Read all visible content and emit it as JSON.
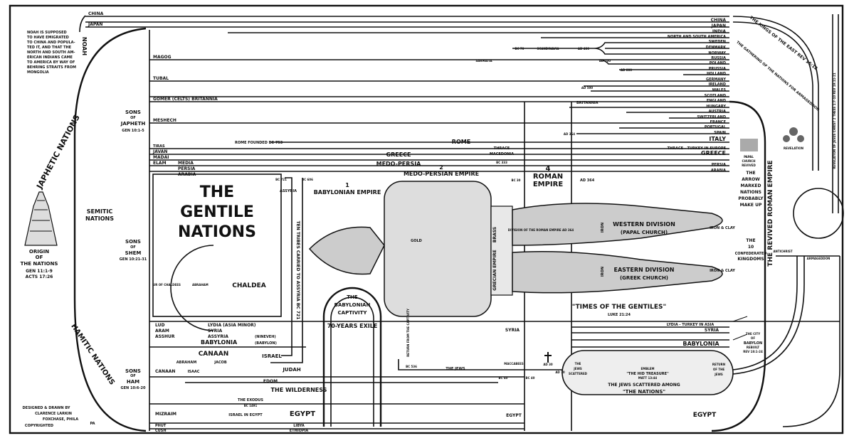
{
  "title": {
    "line1": "THE",
    "line2": "GENTILE",
    "line3": "NATIONS"
  },
  "noah": {
    "name": "NOAH",
    "note": [
      "NOAH IS SUPPOSED",
      "TO HAVE EMIGRATED",
      "TO CHINA AND POPULA-",
      "TED IT, AND THAT THE",
      "NORTH AND SOUTH AM-",
      "ERICAN INDIANS CAME",
      "TO AMERICA BY WAY OF",
      "BEHRING STRAITS FROM",
      "MONGOLIA"
    ]
  },
  "origin": {
    "l1": "ORIGIN",
    "l2": "OF",
    "l3": "THE NATIONS",
    "ref1": "GEN 11:1-9",
    "ref2": "ACTS 17:26"
  },
  "branches": {
    "japhetic": "JAPHETIC NATIONS",
    "semitic1": "SEMITIC",
    "semitic2": "NATIONS",
    "hamitic": "HAMITIC NATIONS"
  },
  "sons": {
    "japheth": [
      "SONS",
      "OF",
      "JAPHETH",
      "GEN 10:1-5"
    ],
    "shem": [
      "SONS",
      "OF",
      "SHEM",
      "GEN 10:21-31"
    ],
    "ham": [
      "SONS",
      "OF",
      "HAM",
      "GEN 10:6-20"
    ]
  },
  "left_nations": {
    "china": "CHINA",
    "japan": "JAPAN",
    "magog": "MAGOG",
    "tubal": "TUBAL",
    "gomer": "GOMER (CELTS) BRITANNIA",
    "meshech": "MESHECH",
    "tiras": "TIRAS",
    "javan": "JAVAN",
    "madai": "MADAI",
    "elam": "ELAM",
    "media": "MEDIA",
    "persia": "PERSIA",
    "arabia": "ARABIA",
    "lud": "LUD",
    "aram": "ARAM",
    "asshur": "ASSHUR",
    "lydia": "LYDIA (ASIA MINOR)",
    "syria": "SYRIA",
    "assyria": "ASSYRIA",
    "nineveh": "(NINEVEH)",
    "babylonia": "BABYLONIA",
    "babylon": "(BABYLON)",
    "canaan_land": "CANAAN",
    "canaan": "CANAAN",
    "israel": "ISRAEL",
    "judah": "JUDAH",
    "edom": "EDOM",
    "wilderness": "THE WILDERNESS",
    "exodus": "THE EXODUS",
    "exodus_date": "BC 1491",
    "israel_egypt": "ISRAEL IN EGYPT",
    "egypt": "EGYPT",
    "mizraim": "MIZRAIM",
    "phut": "PHUT",
    "cush": "CUSH",
    "libya": "LIBYA",
    "ethiopia": "ETHIOPIA",
    "chaldea": "CHALDEA",
    "ur": "UR OF CHALDEES",
    "abraham": "ABRAHAM",
    "abraham2": "ABRAHAM",
    "isaac": "ISAAC",
    "jacob": "JACOB",
    "assyria_v": "ASSYRIA",
    "ten_tribes": "TEN TRIBES CARRIED TO ASSYRIA BC 721",
    "bc721": "BC 721",
    "bc606": "BC 606",
    "bc536": "BC 536"
  },
  "empires": {
    "rome_founded": "ROME FOUNDED BC 753",
    "rome": "ROME",
    "greece": "GREECE",
    "medo_persia": "MEDO-PERSIA",
    "thrace": "THRACE",
    "macedonia": "MACEDONIA",
    "bc333": "BC 333",
    "bc30": "BC 30",
    "babylon_num": "1",
    "babylon": "BABYLONIAN EMPIRE",
    "medo_num": "2",
    "medo": "MEDO-PERSIAN EMPIRE",
    "roman_num": "4",
    "roman1": "ROMAN",
    "roman2": "EMPIRE",
    "grecian": "GRECIAN EMPIRE",
    "brass": "BRASS",
    "ad364": "AD 364",
    "division": "DIVISION OF THE ROMAN EMPIRE AD 364",
    "gold": "GOLD",
    "iron": "IRON",
    "iron_clay": "IRON & CLAY"
  },
  "statue": {
    "western1": "WESTERN DIVISION",
    "western2": "(PAPAL CHURCH)",
    "eastern1": "EASTERN DIVISION",
    "eastern2": "(GREEK CHURCH)",
    "times": "\"TIMES OF THE GENTILES\"",
    "luke": "LUKE 21:24"
  },
  "captivity": {
    "l1": "THE",
    "l2": "BABYLONIAN",
    "l3": "CAPTIVITY",
    "exile": "70-YEARS EXILE",
    "return": "RETURN FROM THE CAPTIVITY",
    "jews": "THE JEWS",
    "maccabees": "MACCABEES",
    "bc40": "BC 40",
    "bc40b": "BC 40",
    "ad30": "AD 30",
    "ad70": "AD 70"
  },
  "right_nations": [
    "CHINA",
    "JAPAN",
    "INDIA",
    "NORTH AND SOUTH AMERICA",
    "SWEDEN",
    "DENMARK",
    "NORWAY",
    "RUSSIA",
    "POLAND",
    "PRUSSIA",
    "HOLLAND",
    "GERMANY",
    "IRELAND",
    "WALES",
    "SCOTLAND",
    "ENGLAND",
    "HUNGARY",
    "AUSTRIA",
    "SWITZERLAND",
    "FRANCE",
    "PORTUGAL",
    "SPAIN",
    "ITALY",
    "THRACE - TURKEY IN EUROPE",
    "GREECE",
    "PERSIA",
    "ARABIA"
  ],
  "right_misc": {
    "scandinavia": "SCANDINAVIA",
    "sarmatia": "SARMATIA",
    "britannia": "BRITANNIA",
    "bc70": "BC 70",
    "ad400": "AD 400",
    "ad700": "AD 700",
    "ad800": "AD 800",
    "ad500": "AD 500",
    "ad364": "AD 364",
    "lydia_turkey": "LYDIA - TURKEY IN ASIA",
    "syria": "SYRIA",
    "babylonia": "BABYLONIA",
    "egypt": "EGYPT",
    "egypt2": "EGYPT",
    "syria2": "SYRIA",
    "babylon_city": [
      "THE CITY",
      "OF",
      "BABYLON",
      "REBUILT",
      "REV 18:1-24"
    ],
    "jews_scattered": [
      "THE",
      "JEWS",
      "SCATTERED"
    ],
    "emblem": [
      "EMBLEM",
      "\"THE HID TREASURE\"",
      "MATT 13:44"
    ],
    "scattered_among": "THE JEWS SCATTERED AMONG",
    "the_nations": "\"THE NATIONS\"",
    "return": [
      "RETURN",
      "OF THE",
      "JEWS"
    ]
  },
  "revived": {
    "empire": "THE REVIVED ROMAN EMPIRE",
    "arrow": [
      "THE",
      "ARROW",
      "MARKED",
      "NATIONS",
      "PROBABLY",
      "MAKE UP"
    ],
    "ten": [
      "THE",
      "10",
      "CONFEDERATED",
      "KINGDOMS"
    ],
    "kings_east": "THE KINGS OF THE EAST  REV 16:12",
    "gathering": "THE GATHERING OF THE NATIONS FOR ARMAGEDDON",
    "papal": [
      "PAPAL",
      "CHURCH",
      "REVIVED"
    ],
    "revelation_vert": "REVELATION OF JESUS CHRIST 2 THESS 1:7-10  REV 19:11-21",
    "antichrist": "ANTICHRIST",
    "armageddon": "ARMAGEDDON",
    "revelation": "REVELATION"
  },
  "credits": [
    "DESIGNED & DRAWN BY",
    "CLARENCE LARKIN",
    "FOXCHASE, PHILA",
    "PA",
    "COPYRIGHTED"
  ]
}
